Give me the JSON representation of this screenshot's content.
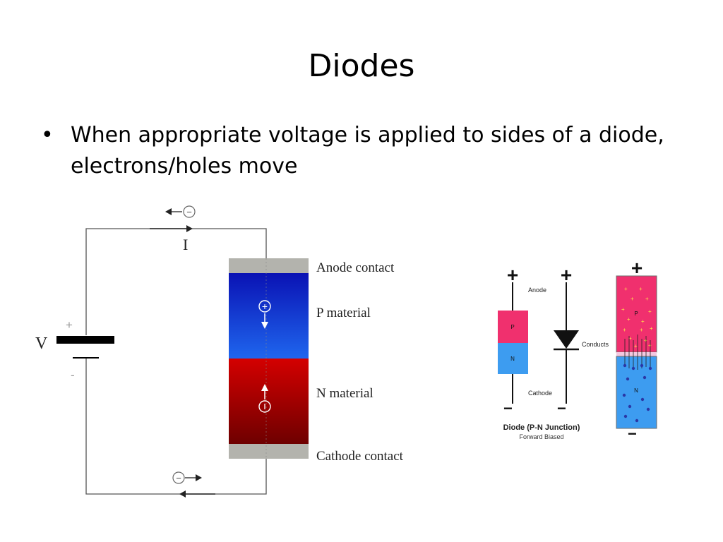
{
  "slide": {
    "title": "Diodes",
    "bullets": [
      "When appropriate voltage is applied to sides of a diode, electrons/holes move"
    ]
  },
  "left_figure": {
    "current_label": "I",
    "voltage_label": "V",
    "battery_plus": "+",
    "battery_minus": "-",
    "electron_symbol": "−",
    "hole_symbol": "+",
    "labels": {
      "anode": "Anode contact",
      "p_material": "P material",
      "n_material": "N material",
      "cathode": "Cathode contact"
    },
    "colors": {
      "p_top": "#0a12b4",
      "p_bottom": "#1f66ee",
      "n_top": "#d40000",
      "n_bottom": "#6e0000",
      "contact": "#b3b3ad"
    }
  },
  "right_figure": {
    "plus": "+",
    "minus": "−",
    "anode": "Anode",
    "cathode": "Cathode",
    "conducts": "Conducts",
    "p": "P",
    "n": "N",
    "caption_title": "Diode (P-N Junction)",
    "caption_subtitle": "Forward Biased",
    "colors": {
      "p": "#f0306e",
      "n": "#3d9cf0"
    }
  }
}
